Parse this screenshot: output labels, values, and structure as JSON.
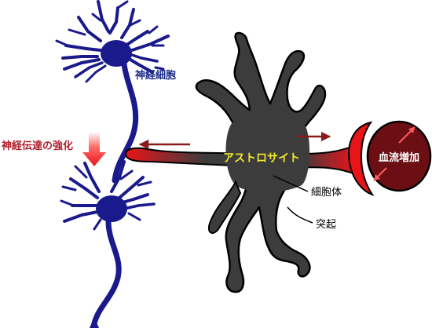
{
  "labels": {
    "neuron": "神経細胞",
    "enhancement": "神経伝達の強化",
    "astrocyte": "アストロサイト",
    "cell_body": "細胞体",
    "process": "突起",
    "blood_flow": "血流増加"
  },
  "colors": {
    "neuron": "#1a1a8c",
    "neuron_label": "#1c2a8a",
    "astrocyte_fill": "#3c3c3c",
    "astrocyte_stroke": "#000000",
    "red": "#e8141a",
    "dark_red_arrow": "#8b1a1a",
    "vessel": "#6b0f14",
    "astro_label": "#f2ea2a",
    "enhancement_label": "#b01e2a"
  }
}
